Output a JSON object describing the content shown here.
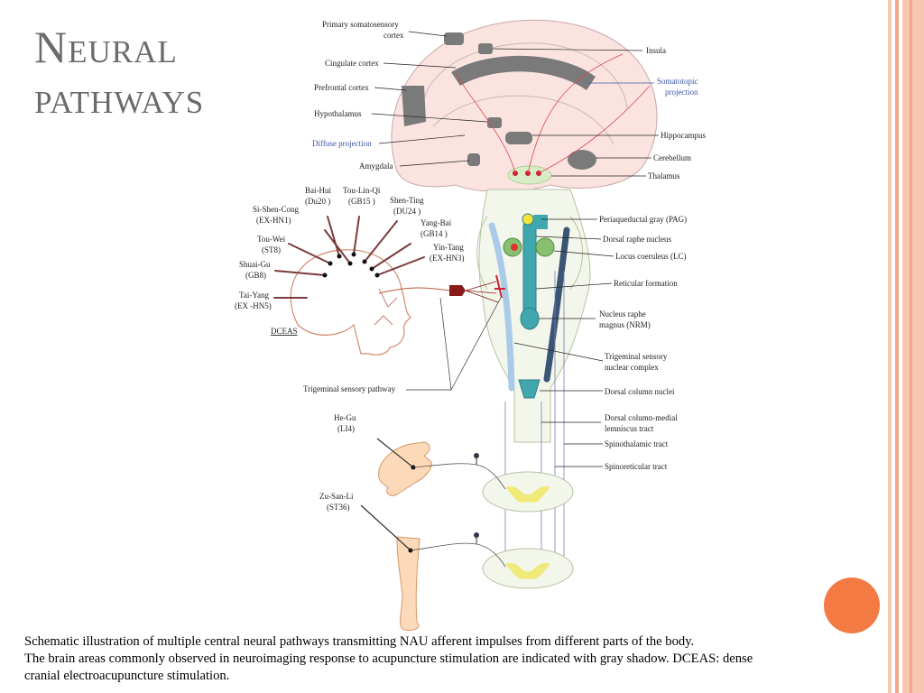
{
  "slide": {
    "title_line1": "Neural",
    "title_line2": "pathways",
    "accent_color": "#f47a44",
    "stripe_colors": [
      "#f8c7b1",
      "#f4a582"
    ]
  },
  "diagram": {
    "brain_labels": {
      "primary_somatosensory": "Primary somatosensory",
      "cortex": "cortex",
      "cingulate": "Cingulate cortex",
      "prefrontal": "Prefrontal cortex",
      "hypothalamus": "Hypothalamus",
      "diffuse_projection": "Diffuse projection",
      "amygdala": "Amygdala",
      "insula": "Insula",
      "somatotopic_1": "Somatotopic",
      "somatotopic_2": "projection",
      "hippocampus": "Hippocampus",
      "cerebellum": "Cerebellum",
      "thalamus": "Thalamus"
    },
    "brainstem_labels": {
      "pag": "Periaqueductal gray (PAG)",
      "drn": "Dorsal raphe nucleus",
      "lc": "Locus coeruleus (LC)",
      "reticular": "Reticular formation",
      "nrm_1": "Nucleus raphe",
      "nrm_2": "magnus (NRM)",
      "trigeminal_1": "Trigeminal sensory",
      "trigeminal_2": "nuclear complex",
      "dorsal_column_nuclei": "Dorsal column nuclei",
      "dcml_1": "Dorsal column-medial",
      "dcml_2": "lemniscus tract",
      "spinothalamic": "Spinothalamic tract",
      "spinoreticular": "Spinoreticular tract"
    },
    "acupoints": {
      "bai_hui_1": "Bai-Hui",
      "bai_hui_2": "(Du20 )",
      "tou_lin_qi_1": "Tou-Lin-Qi",
      "tou_lin_qi_2": "(GB15 )",
      "shen_ting_1": "Shen-Ting",
      "shen_ting_2": "(DU24 )",
      "si_shen_cong_1": "Si-Shen-Cong",
      "si_shen_cong_2": "(EX-HN1)",
      "yang_bai_1": "Yang-Bai",
      "yang_bai_2": "(GB14 )",
      "yin_tang_1": "Yin-Tang",
      "yin_tang_2": "(EX-HN3)",
      "tou_wei_1": "Tou-Wei",
      "tou_wei_2": "(ST8)",
      "shuai_gu_1": "Shuai-Gu",
      "shuai_gu_2": "(GB8)",
      "tai_yang_1": "Tai-Yang",
      "tai_yang_2": "(EX -HN5)",
      "dceas": "DCEAS",
      "trigeminal_pathway": "Trigeminal sensory pathway",
      "he_gu_1": "He-Gu",
      "he_gu_2": "(LI4)",
      "zu_san_li_1": "Zu-San-Li",
      "zu_san_li_2": "(ST36)"
    }
  },
  "caption": {
    "line1": "Schematic illustration of multiple central neural pathways transmitting NAU afferent impulses from different parts of the body.",
    "line2": "The brain areas commonly observed in neuroimaging response to acupuncture stimulation are indicated with gray shadow. DCEAS: dense",
    "line3": "cranial electroacupuncture stimulation."
  }
}
